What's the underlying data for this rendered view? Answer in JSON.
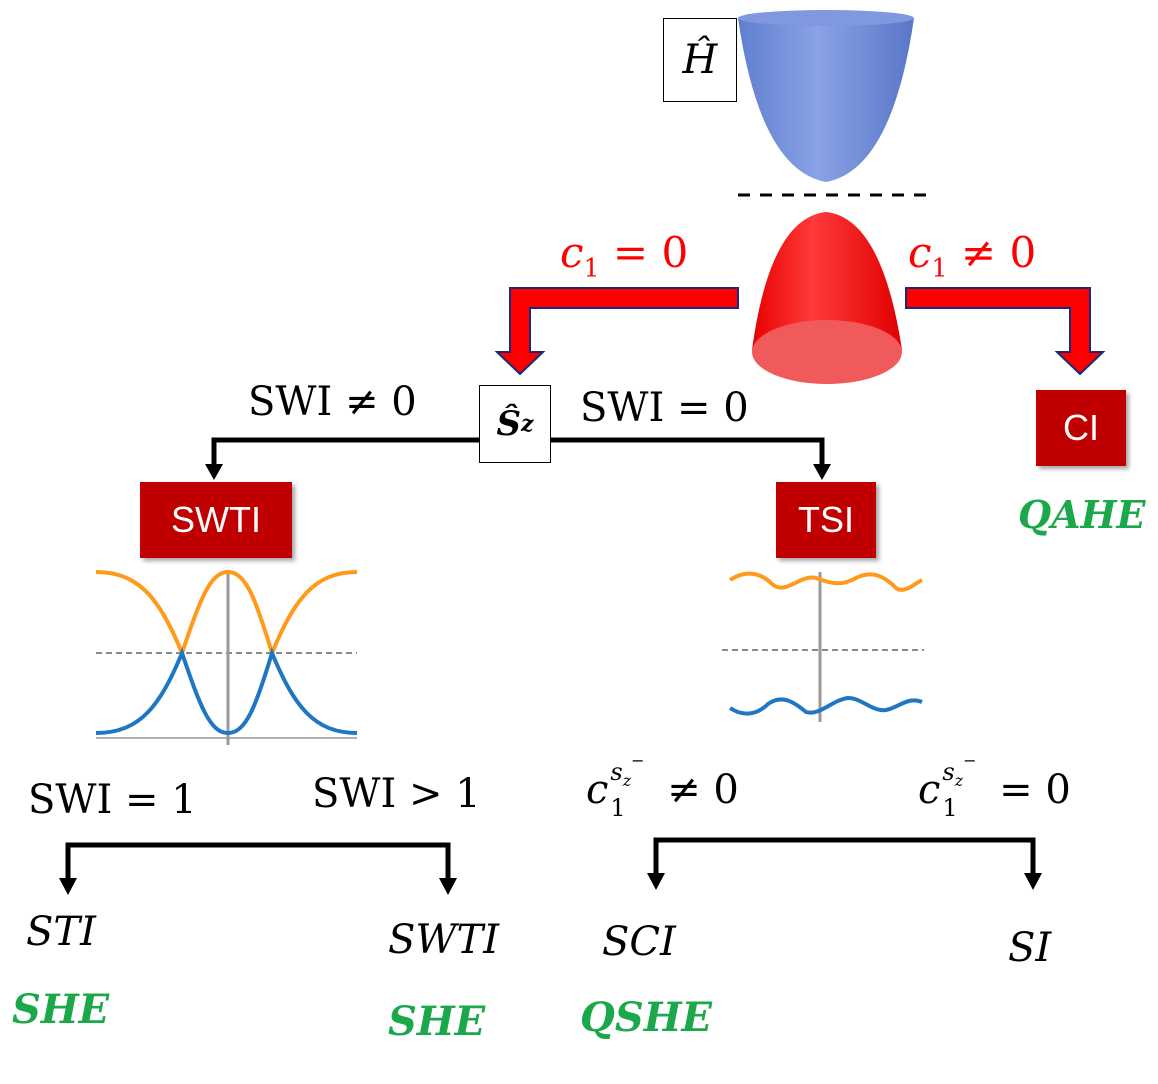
{
  "hamiltonian_label": "Ĥ",
  "sz_label": "Ŝ",
  "sz_sub": "z",
  "c1_zero": {
    "sym": "c",
    "sub": "1",
    "rel": " = 0"
  },
  "c1_nonzero": {
    "sym": "c",
    "sub": "1",
    "rel": " ≠ 0"
  },
  "swi_nonzero": "SWI ≠ 0",
  "swi_zero": "SWI = 0",
  "boxes": {
    "ci": "CI",
    "swti": "SWTI",
    "tsi": "TSI"
  },
  "qahe": "QAHE",
  "swi_one": "SWI = 1",
  "swi_gt_one": "SWI > 1",
  "c1sz_nonzero": {
    "sym": "c",
    "sub": "1",
    "sup": "s",
    "supsub": "z",
    "rel": " ≠ 0"
  },
  "c1sz_zero": {
    "sym": "c",
    "sub": "1",
    "sup": "s",
    "supsub": "z",
    "rel": " = 0"
  },
  "leaves": {
    "sti": "STI",
    "swti": "SWTI",
    "sci": "SCI",
    "si": "SI"
  },
  "effects": {
    "she_left": "SHE",
    "she_right": "SHE",
    "qshe": "QSHE"
  },
  "colors": {
    "upper_band": "#6b86d6",
    "lower_band": "#ff2020",
    "box_red": "#c00000",
    "arrow_red": "#ff0000",
    "orange_band": "#ff9a1a",
    "blue_band": "#1f77c4",
    "green_text": "#1aa84a"
  }
}
